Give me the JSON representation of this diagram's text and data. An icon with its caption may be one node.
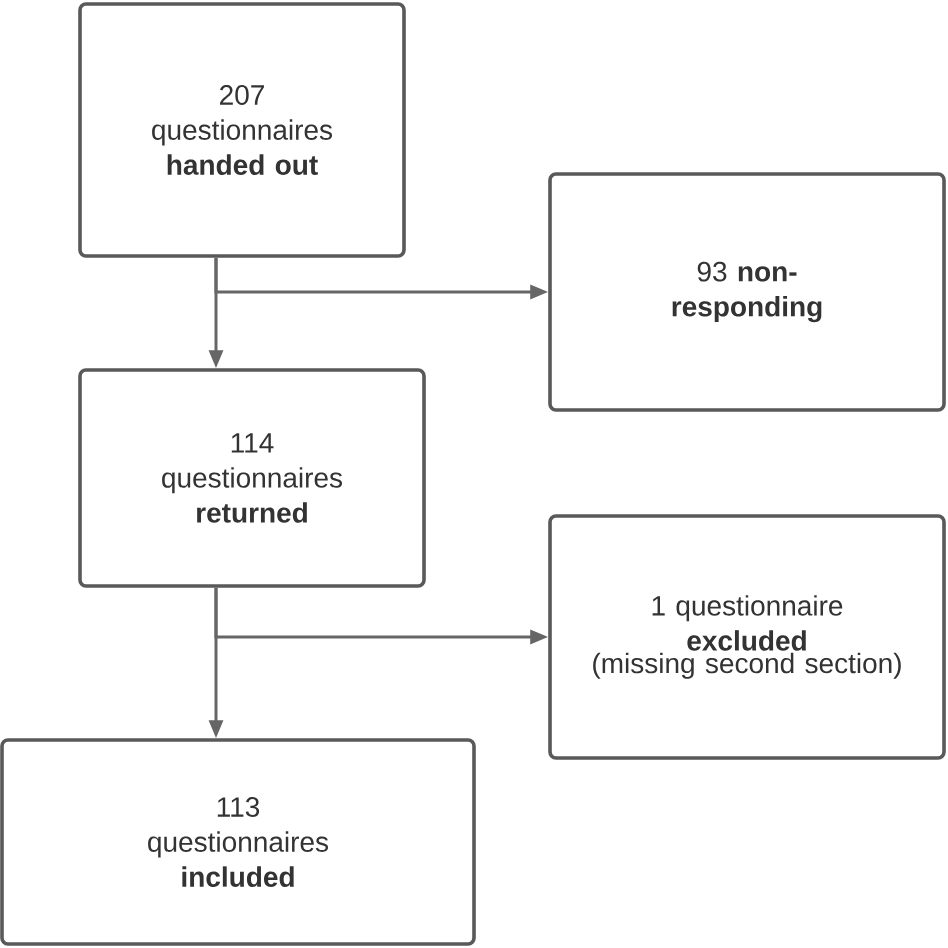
{
  "diagram": {
    "nodes": [
      {
        "text": [
          "207 questionnaires **handed out**"
        ]
      },
      {
        "text": [
          "93 **non-responding**"
        ]
      },
      {
        "text": [
          "114 questionnaires **returned**"
        ]
      },
      {
        "text": [
          "1 questionnaire **excluded**",
          "(missing second section)"
        ]
      },
      {
        "text": [
          "113 questionnaires **included**"
        ]
      }
    ],
    "edges": [
      {
        "from": 0,
        "to": 2,
        "arrow": "to"
      },
      {
        "from": 0,
        "to": 1,
        "arrow": "to"
      },
      {
        "from": 2,
        "to": 4,
        "arrow": "to"
      },
      {
        "from": 2,
        "to": 3,
        "arrow": "to"
      }
    ]
  }
}
